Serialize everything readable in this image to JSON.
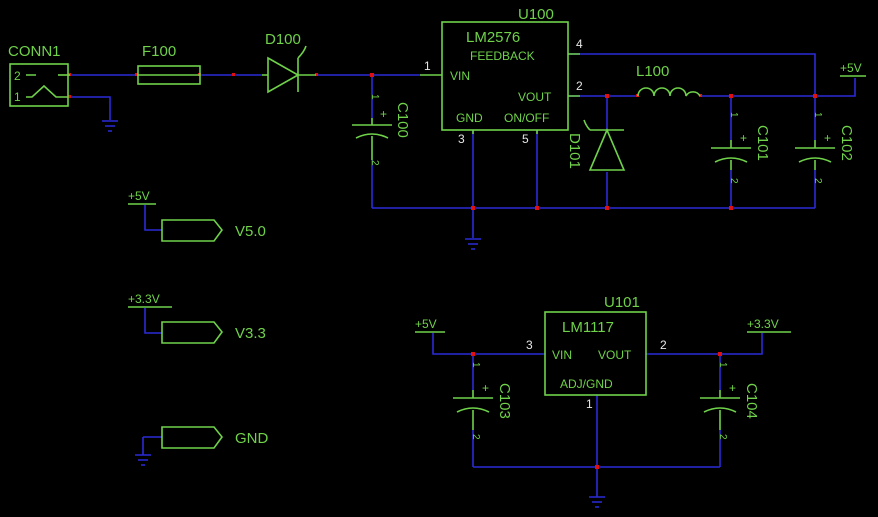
{
  "components": {
    "conn1": {
      "ref": "CONN1",
      "pin2": "2",
      "pin1": "1"
    },
    "f100": {
      "ref": "F100"
    },
    "d100": {
      "ref": "D100"
    },
    "u100": {
      "ref": "U100",
      "name": "LM2576",
      "feedback": "FEEDBACK",
      "vin": "VIN",
      "vout": "VOUT",
      "gnd": "GND",
      "onoff": "ON/OFF",
      "pin1": "1",
      "pin2": "2",
      "pin3": "3",
      "pin4": "4",
      "pin5": "5"
    },
    "c100": {
      "ref": "C100",
      "pin1": "1",
      "pin2": "2"
    },
    "d101": {
      "ref": "D101"
    },
    "l100": {
      "ref": "L100"
    },
    "c101": {
      "ref": "C101",
      "pin1": "1",
      "pin2": "2"
    },
    "c102": {
      "ref": "C102",
      "pin1": "1",
      "pin2": "2"
    },
    "u101": {
      "ref": "U101",
      "name": "LM1117",
      "vin": "VIN",
      "vout": "VOUT",
      "adj": "ADJ/GND",
      "pin1": "1",
      "pin2": "2",
      "pin3": "3"
    },
    "c103": {
      "ref": "C103",
      "pin1": "1",
      "pin2": "2"
    },
    "c104": {
      "ref": "C104",
      "pin1": "1",
      "pin2": "2"
    }
  },
  "power": {
    "p5v_top": "+5V",
    "p5v_left": "+5V",
    "p33_left": "+3.3V",
    "p5v_ldo": "+5V",
    "p33_ldo": "+3.3V"
  },
  "ports": {
    "v50": "V5.0",
    "v33": "V3.3",
    "gnd": "GND"
  },
  "plus": "+"
}
